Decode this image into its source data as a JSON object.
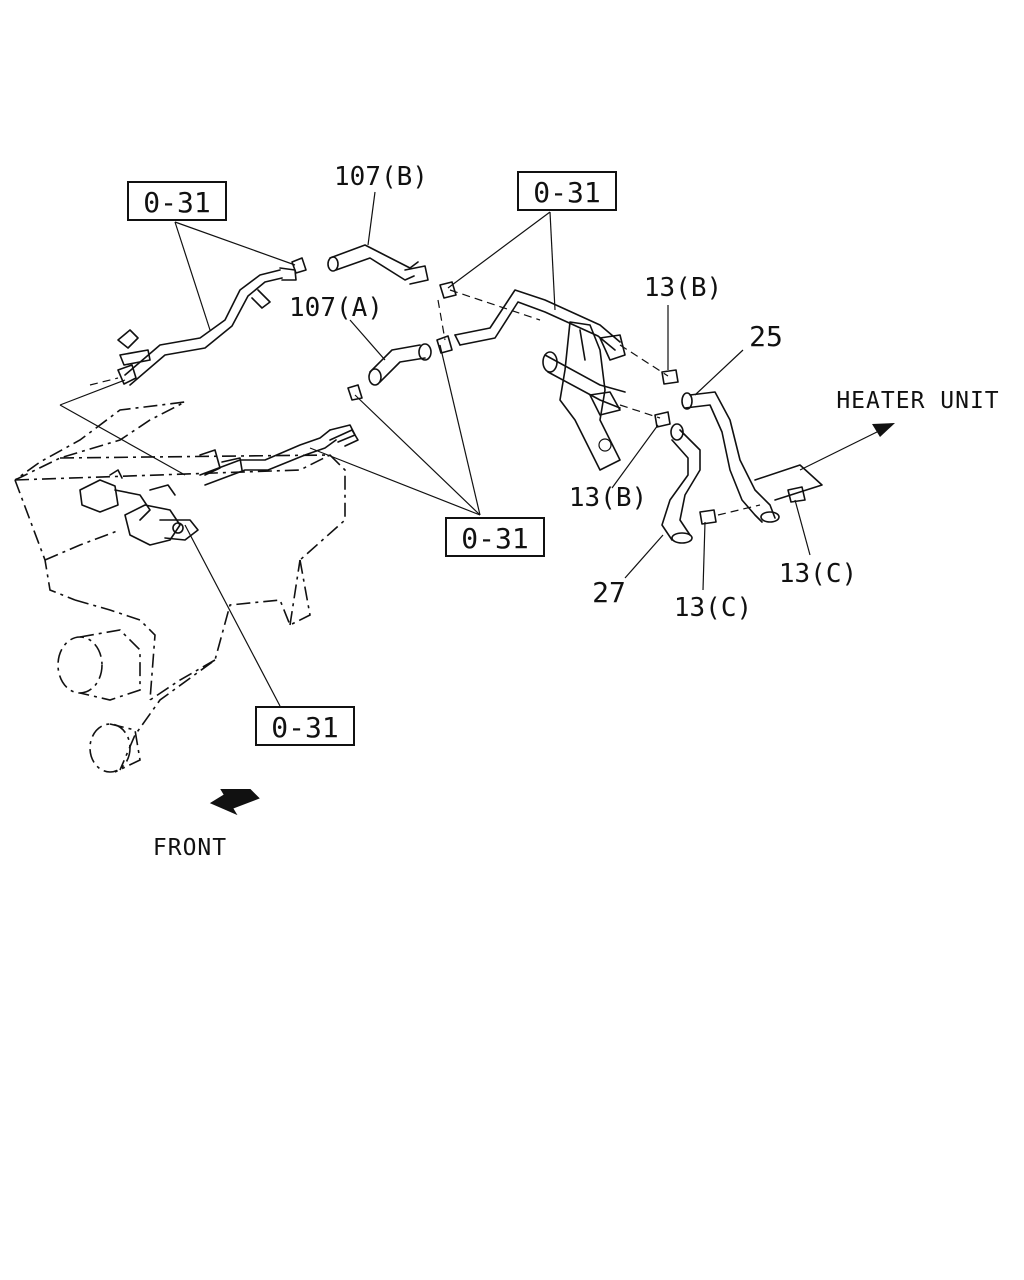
{
  "diagram": {
    "ref_labels": {
      "ref_top_left": "0-31",
      "ref_top_center": "0-31",
      "ref_middle": "0-31",
      "ref_bottom": "0-31"
    },
    "part_labels": {
      "hose_107b": "107(B)",
      "hose_107a": "107(A)",
      "clip_13b_upper": "13(B)",
      "clip_13b_lower": "13(B)",
      "hose_25": "25",
      "hose_27": "27",
      "clip_13c_left": "13(C)",
      "clip_13c_right": "13(C)"
    },
    "direction_labels": {
      "heater_unit": "HEATER UNIT",
      "front": "FRONT"
    }
  }
}
